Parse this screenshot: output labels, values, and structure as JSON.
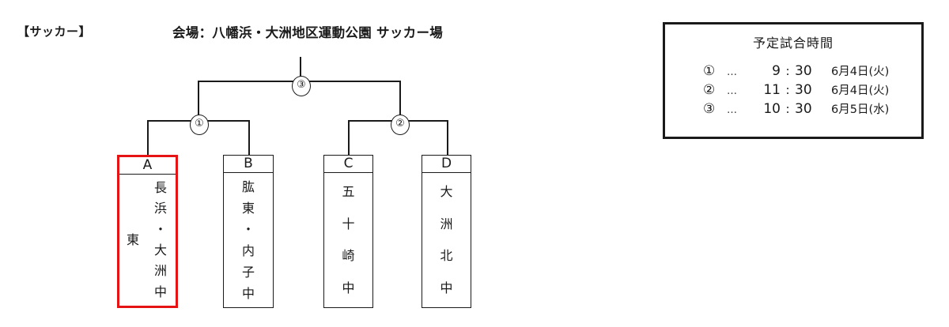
{
  "header": {
    "sport": "【サッカー】",
    "venue": "会場：八幡浜・大洲地区運動公園  サッカー場"
  },
  "bracket": {
    "matches": [
      {
        "id": "match-1",
        "label": "①"
      },
      {
        "id": "match-2",
        "label": "②"
      },
      {
        "id": "match-3",
        "label": "③"
      }
    ],
    "teams": [
      {
        "slot": "A",
        "name": "長浜・大洲東中",
        "main_chars": [
          "長",
          "浜",
          "・",
          "大",
          "洲",
          "中"
        ],
        "side_chars": [
          "東"
        ],
        "highlight": true,
        "highlight_color": "#e51313"
      },
      {
        "slot": "B",
        "name": "肱東・内子中",
        "main_chars": [
          "肱",
          "東",
          "・",
          "内",
          "子",
          "中"
        ],
        "side_chars": [],
        "highlight": false
      },
      {
        "slot": "C",
        "name": "五十崎中",
        "main_chars": [
          "五",
          "十",
          "崎",
          "中"
        ],
        "side_chars": [],
        "highlight": false
      },
      {
        "slot": "D",
        "name": "大洲北中",
        "main_chars": [
          "大",
          "洲",
          "北",
          "中"
        ],
        "side_chars": [],
        "highlight": false
      }
    ]
  },
  "schedule": {
    "title": "予定試合時間",
    "rows": [
      {
        "num": "①",
        "dots": "…",
        "hour": "9",
        "colon": ":",
        "minute": "30",
        "date": "6月4日(火)"
      },
      {
        "num": "②",
        "dots": "…",
        "hour": "11",
        "colon": ":",
        "minute": "30",
        "date": "6月4日(火)"
      },
      {
        "num": "③",
        "dots": "…",
        "hour": "10",
        "colon": ":",
        "minute": "30",
        "date": "6月5日(水)"
      }
    ]
  }
}
